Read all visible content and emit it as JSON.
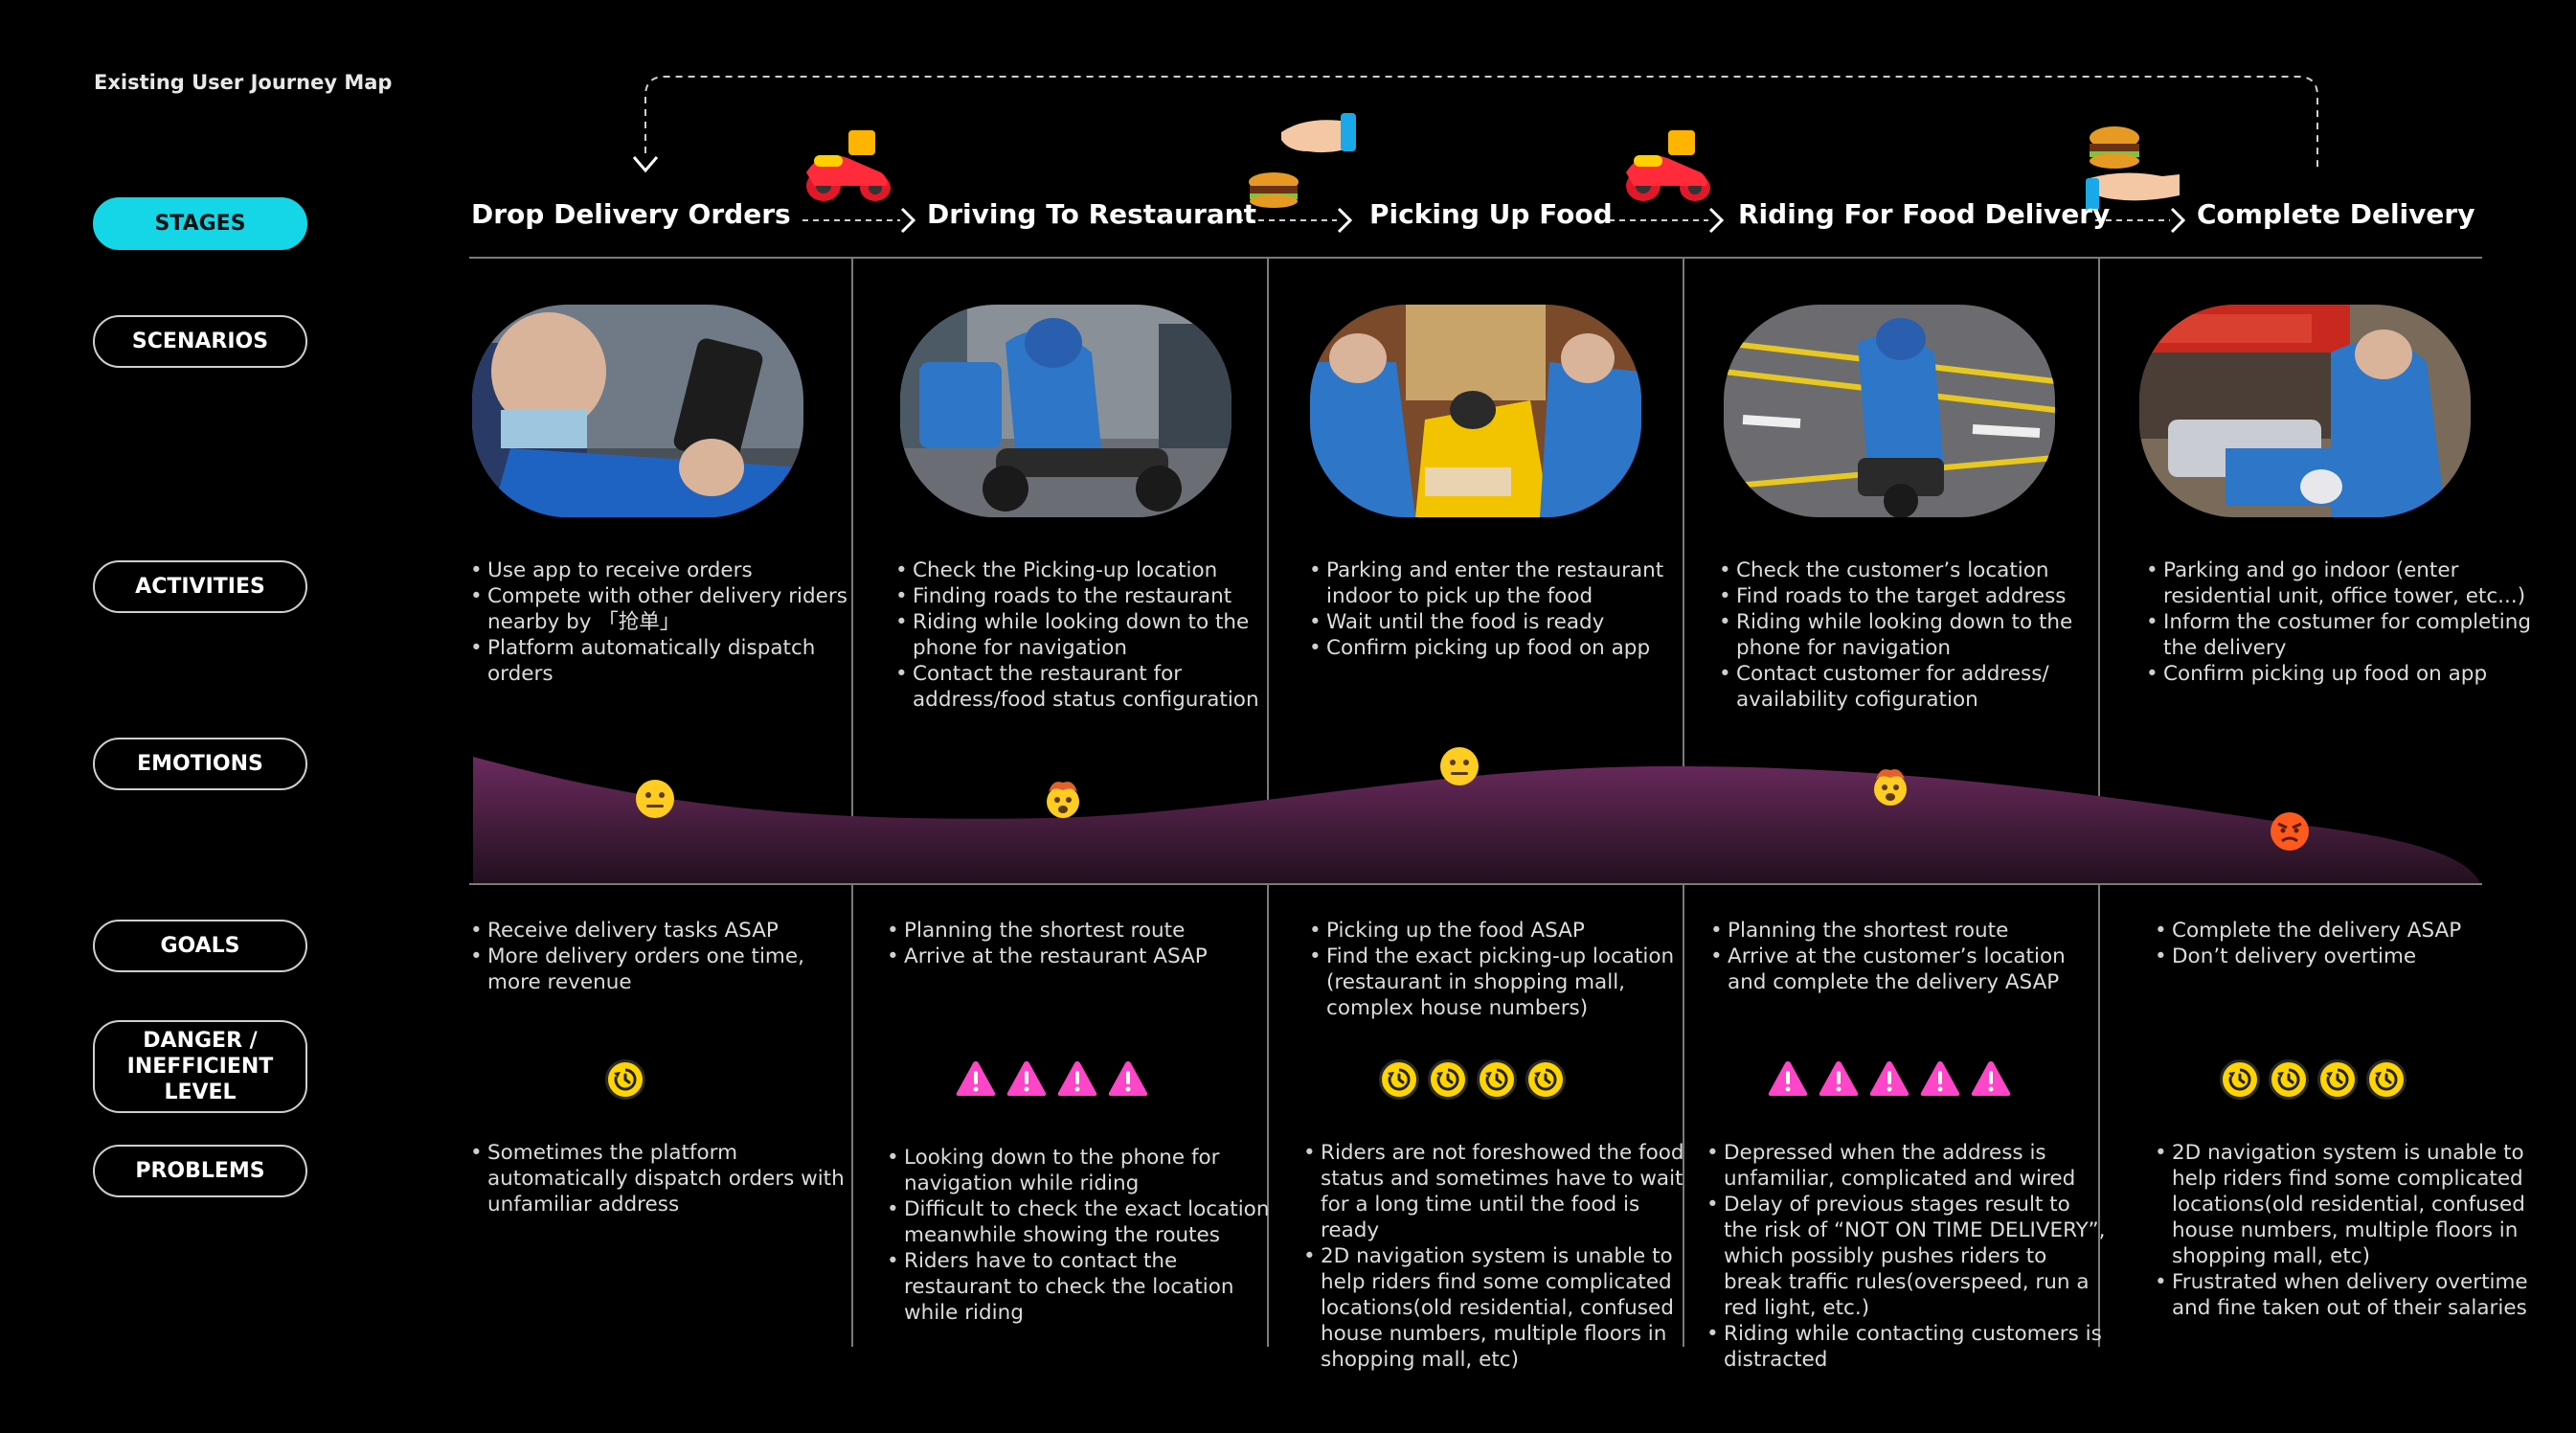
{
  "title": "Existing User Journey Map",
  "rows": {
    "stages": "STAGES",
    "scenarios": "SCENARIOS",
    "activities": "ACTIVITIES",
    "emotions": "EMOTIONS",
    "goals": "GOALS",
    "danger": "DANGER / INEFFICIENT LEVEL",
    "problems": "PROBLEMS"
  },
  "colors": {
    "accent": "#14d6e6",
    "emotion_fill": "#6b2a5e",
    "warning": "#ff45c8",
    "clock": "#ffd400"
  },
  "stages": [
    {
      "name": "Drop Delivery Orders",
      "emotion": "neutral-face-icon",
      "emotion_level": 0.45,
      "danger_type": "clock",
      "danger_count": 1,
      "activities": [
        "Use app to receive orders",
        "Compete with other delivery riders nearby by 「抢单」",
        "Platform automatically dispatch orders"
      ],
      "goals": [
        "Receive delivery tasks ASAP",
        "More delivery orders one time, more revenue"
      ],
      "problems": [
        "Sometimes the platform automatically dispatch orders with unfamiliar address"
      ]
    },
    {
      "name": "Driving To Restaurant",
      "emotion": "exploding-head-icon",
      "emotion_level": 0.45,
      "danger_type": "warning",
      "danger_count": 4,
      "activities": [
        "Check the Picking-up location",
        "Finding roads to the restaurant",
        "Riding while looking down to the phone for navigation",
        "Contact the restaurant for address/food status configuration"
      ],
      "goals": [
        "Planning the shortest route",
        "Arrive at the restaurant ASAP"
      ],
      "problems": [
        "Looking down to the phone for navigation while riding",
        "Difficult to check the exact location meanwhile showing the routes",
        "Riders have to contact the restaurant to check the location while riding"
      ]
    },
    {
      "name": "Picking Up Food",
      "emotion": "neutral-face-icon",
      "emotion_level": 0.7,
      "danger_type": "clock",
      "danger_count": 4,
      "activities": [
        "Parking and enter the restaurant indoor to pick up the food",
        "Wait until the food is ready",
        "Confirm picking up food on app"
      ],
      "goals": [
        "Picking up the food ASAP",
        "Find the exact picking-up location (restaurant in shopping mall, complex house numbers)"
      ],
      "problems": [
        "Riders are not foreshowed the food status and sometimes have to wait for a long time until the food is ready",
        "2D navigation system is unable to help riders find some complicated locations(old residential, confused house numbers, multiple floors in shopping mall, etc)"
      ]
    },
    {
      "name": "Riding For Food Delivery",
      "emotion": "exploding-head-icon",
      "emotion_level": 0.55,
      "danger_type": "warning",
      "danger_count": 5,
      "activities": [
        "Check the customer’s location",
        "Find roads to the target address",
        "Riding while looking down to the phone for navigation",
        "Contact customer for address/ availability cofiguration"
      ],
      "goals": [
        "Planning the shortest route",
        "Arrive at the customer’s location and complete the delivery ASAP"
      ],
      "problems": [
        "Depressed when the address is unfamiliar, complicated and wired",
        "Delay of previous stages result to the risk of “NOT ON TIME DELIVERY”, which possibly pushes riders to break traffic rules(overspeed, run a red light, etc.)",
        "Riding while contacting customers is distracted"
      ]
    },
    {
      "name": "Complete Delivery",
      "emotion": "angry-face-icon",
      "emotion_level": 0.15,
      "danger_type": "clock",
      "danger_count": 4,
      "activities": [
        "Parking and go indoor (enter residential unit, office tower, etc...)",
        "Inform the costumer for completing the delivery",
        "Confirm picking up food on app"
      ],
      "goals": [
        "Complete the delivery ASAP",
        "Don’t delivery overtime"
      ],
      "problems": [
        "2D navigation system is unable to help riders find some complicated locations(old residential, confused house numbers, multiple floors in shopping mall, etc)",
        "Frustrated when delivery overtime and fine taken out of their salaries"
      ]
    }
  ]
}
